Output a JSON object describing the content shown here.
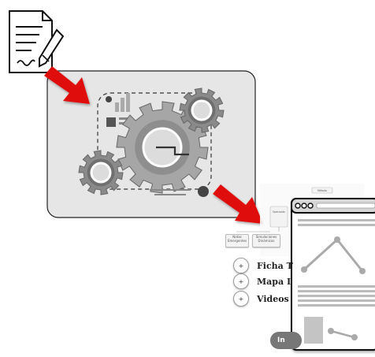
{
  "flowchart": {
    "metodo": "Método",
    "operacion": "Operación",
    "operacion_sub": "Tipo\nclasificación\nejecución",
    "notas": "Notas\nEmergentes",
    "simulaciones": "Simulaciones\nDinámicas"
  },
  "resource_list": [
    {
      "label": "Ficha T",
      "icon": "plus-icon"
    },
    {
      "label": "Mapa I",
      "icon": "plus-icon"
    },
    {
      "label": "Videos",
      "icon": "plus-icon"
    }
  ],
  "start_button": "In",
  "colors": {
    "arrow": "#e01010",
    "panel": "#e6e6e6",
    "gear": "#9a9a9a"
  }
}
